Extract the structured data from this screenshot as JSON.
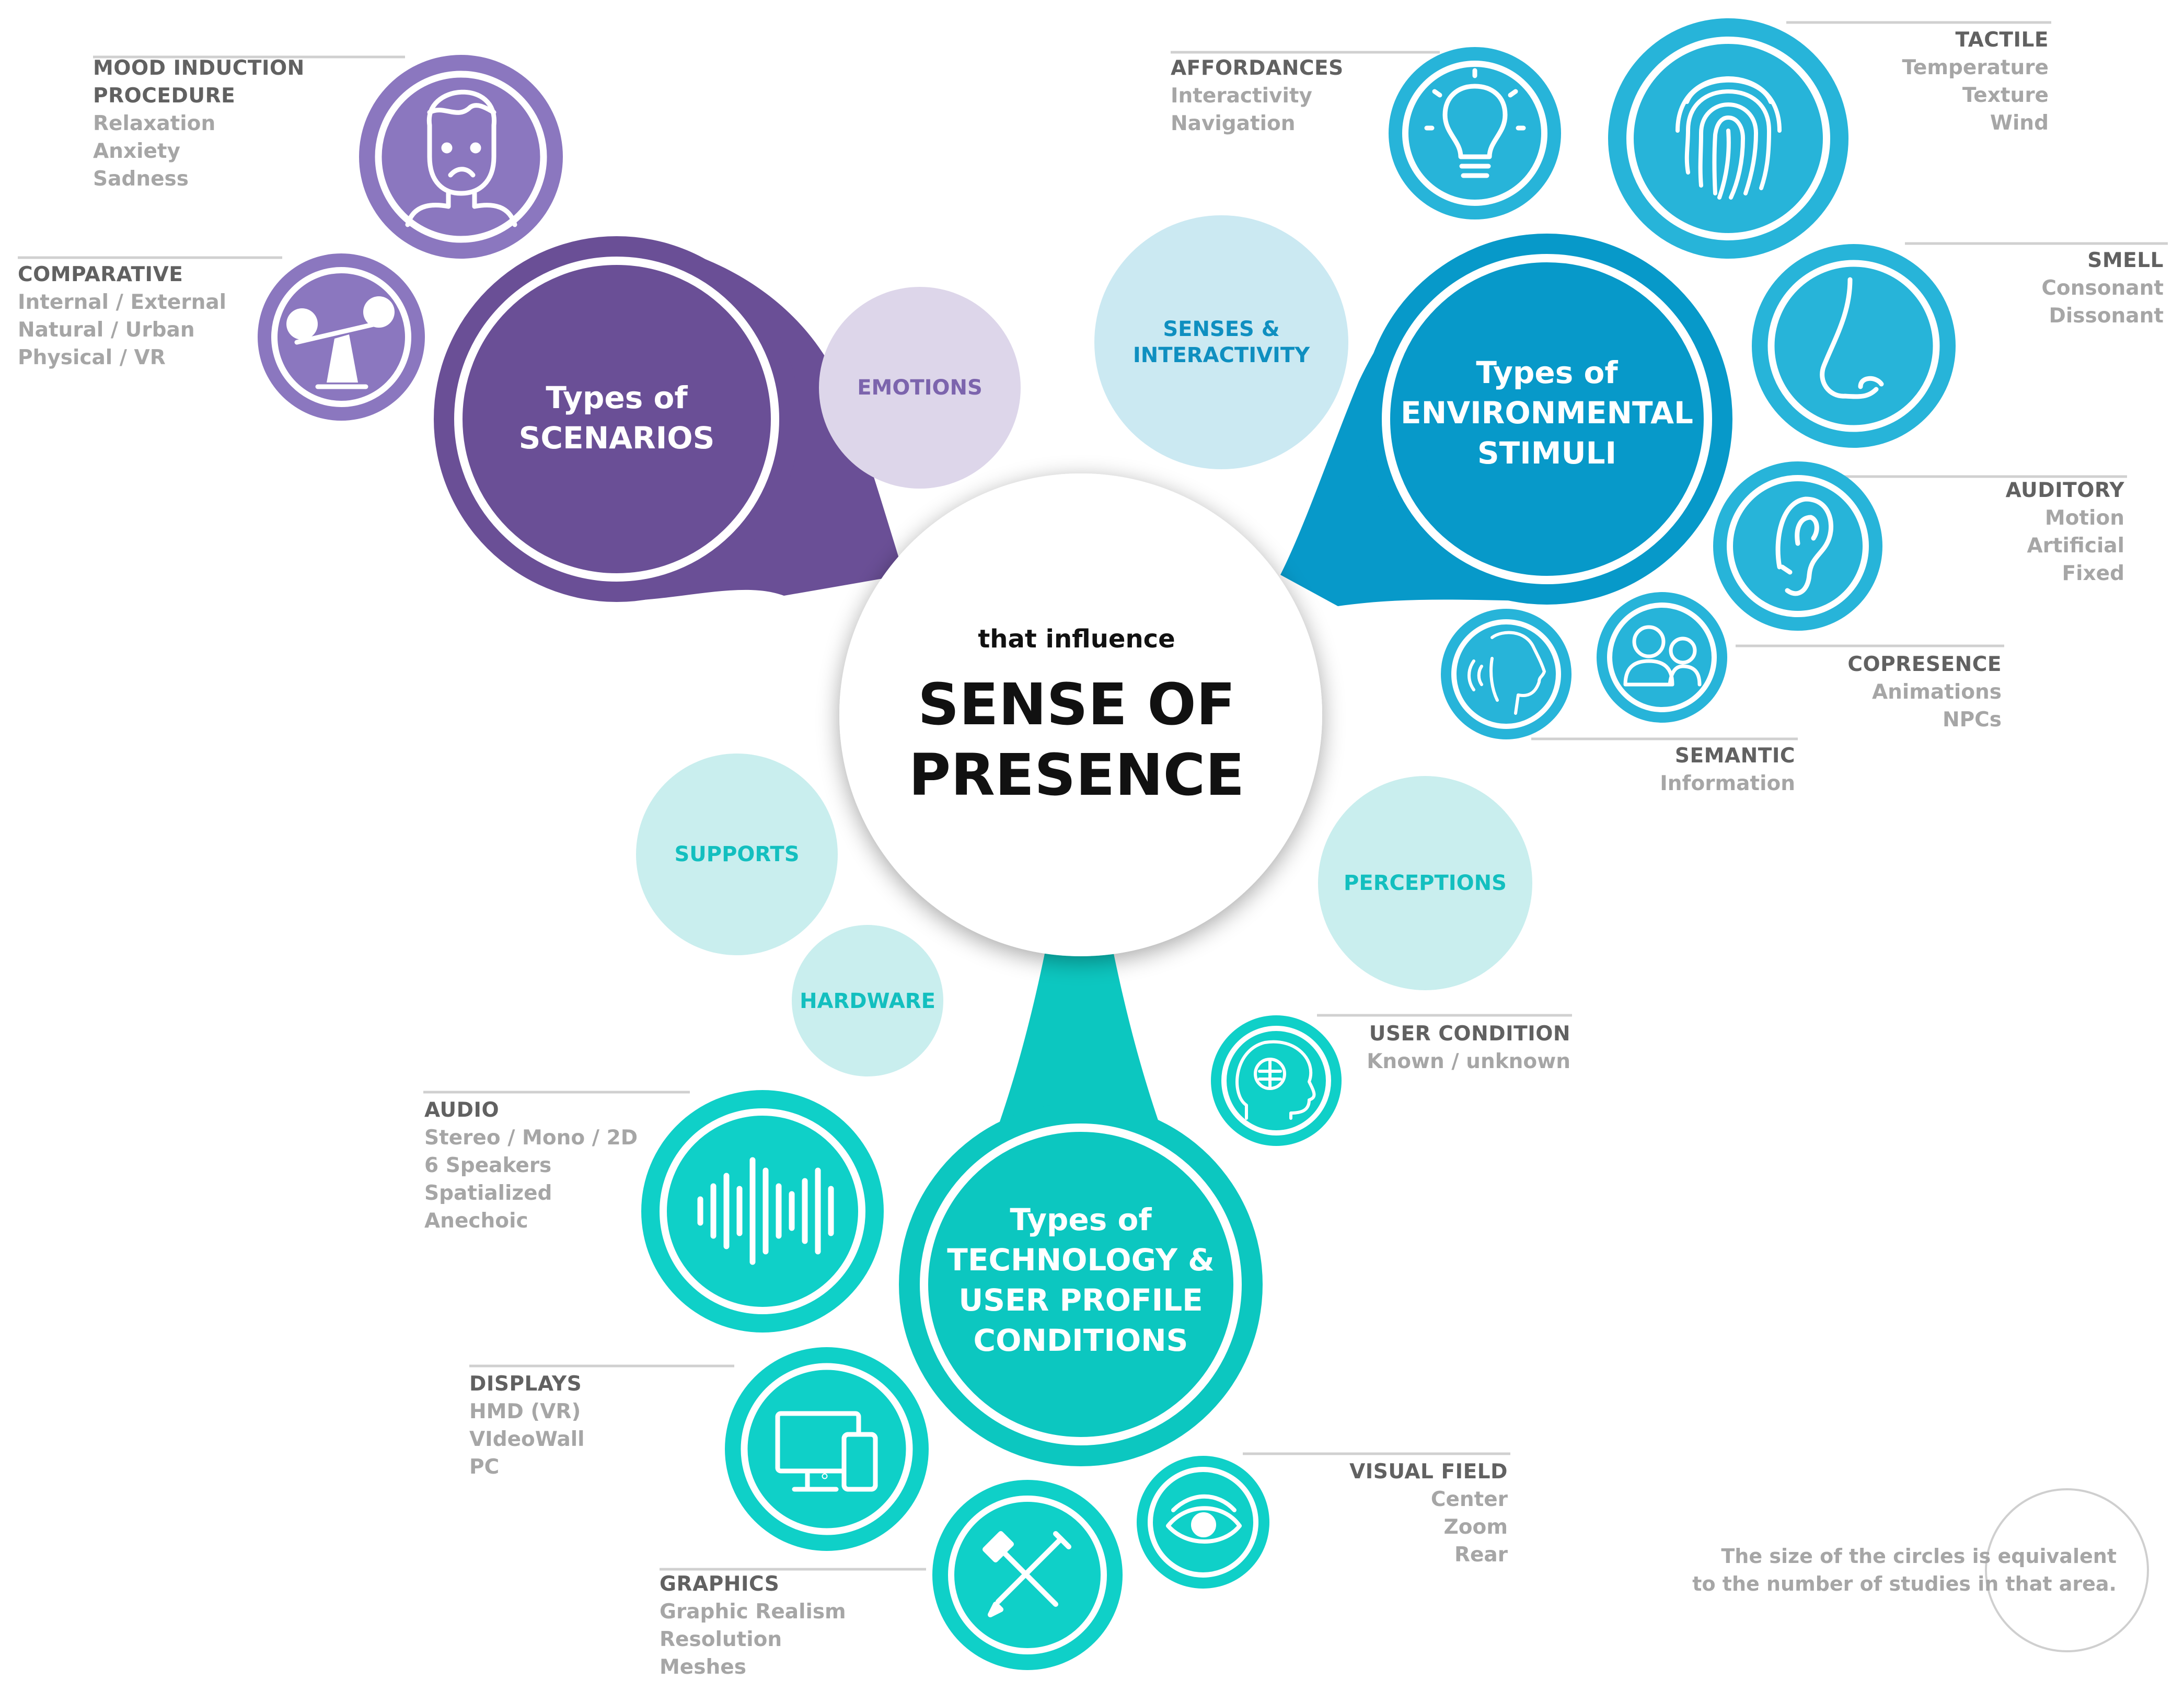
{
  "center": {
    "subtitle": "that influence",
    "title_line1": "SENSE OF",
    "title_line2": "PRESENCE"
  },
  "colors": {
    "purple": "#6a4f96",
    "purple_light": "#8b77bf",
    "purple_pale": "#ddd6ea",
    "blue": "#0799c9",
    "blue_light": "#27b4d9",
    "blue_pale": "#cbe9f2",
    "teal": "#0cc7c0",
    "teal_light": "#0fd0c8",
    "teal_pale": "#c9eeee",
    "label_title": "#616161",
    "label_items": "#a6a6a6"
  },
  "main_circles": {
    "scenarios": {
      "line1": "Types of",
      "line2": "SCENARIOS"
    },
    "environmental": {
      "line1": "Types of",
      "line2": "ENVIRONMENTAL",
      "line3": "STIMULI"
    },
    "technology": {
      "line1": "Types of",
      "line2": "TECHNOLOGY &",
      "line3": "USER PROFILE",
      "line4": "CONDITIONS"
    }
  },
  "small_circles": {
    "emotions": "EMOTIONS",
    "senses_line1": "SENSES &",
    "senses_line2": "INTERACTIVITY",
    "supports": "SUPPORTS",
    "hardware": "HARDWARE",
    "perceptions": "PERCEPTIONS"
  },
  "categories": {
    "mood": {
      "title_line1": "MOOD INDUCTION",
      "title_line2": "PROCEDURE",
      "items": [
        "Relaxation",
        "Anxiety",
        "Sadness"
      ],
      "icon": "sad-face-icon"
    },
    "comparative": {
      "title": "COMPARATIVE",
      "items": [
        "Internal / External",
        "Natural / Urban",
        "Physical / VR"
      ],
      "icon": "balance-scale-icon"
    },
    "affordances": {
      "title": "AFFORDANCES",
      "items": [
        "Interactivity",
        "Navigation"
      ],
      "icon": "lightbulb-icon"
    },
    "tactile": {
      "title": "TACTILE",
      "items": [
        "Temperature",
        "Texture",
        "Wind"
      ],
      "icon": "fingerprint-icon"
    },
    "smell": {
      "title": "SMELL",
      "items": [
        "Consonant",
        "Dissonant"
      ],
      "icon": "nose-icon"
    },
    "auditory": {
      "title": "AUDITORY",
      "items": [
        "Motion",
        "Artificial",
        "Fixed"
      ],
      "icon": "ear-icon"
    },
    "copresence": {
      "title": "COPRESENCE",
      "items": [
        "Animations",
        "NPCs"
      ],
      "icon": "people-icon"
    },
    "semantic": {
      "title": "SEMANTIC",
      "items": [
        "Information"
      ],
      "icon": "speaking-head-icon"
    },
    "user_condition": {
      "title": "USER CONDITION",
      "items": [
        "Known / unknown"
      ],
      "icon": "brain-head-icon"
    },
    "audio": {
      "title": "AUDIO",
      "items": [
        "Stereo / Mono / 2D",
        "6 Speakers",
        "Spatialized",
        "Anechoic"
      ],
      "icon": "sound-wave-icon"
    },
    "displays": {
      "title": "DISPLAYS",
      "items": [
        "HMD (VR)",
        "VIdeoWall",
        "PC"
      ],
      "icon": "devices-icon"
    },
    "graphics": {
      "title": "GRAPHICS",
      "items": [
        "Graphic Realism",
        "Resolution",
        "Meshes"
      ],
      "icon": "pencil-brush-icon"
    },
    "visual_field": {
      "title": "VISUAL FIELD",
      "items": [
        "Center",
        "Zoom",
        "Rear"
      ],
      "icon": "eye-icon"
    }
  },
  "note": {
    "line1": "The size of the circles is equivalent",
    "line2": "to the number of studies in that area."
  }
}
